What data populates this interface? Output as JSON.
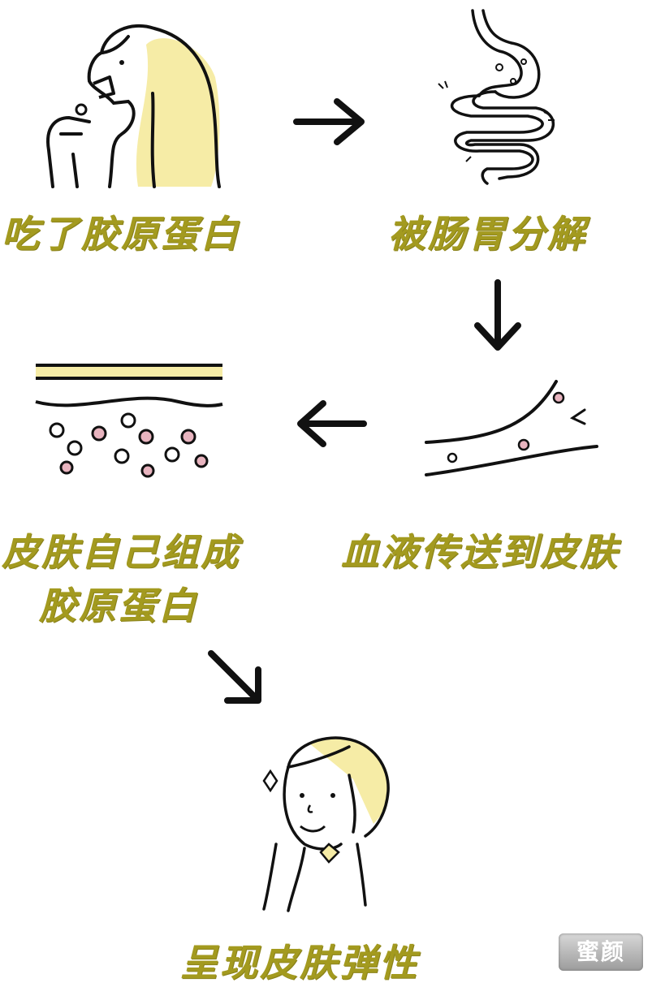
{
  "steps": [
    {
      "label": "吃了胶原蛋白",
      "icon": "woman-eating-icon"
    },
    {
      "label": "被肠胃分解",
      "icon": "stomach-intestine-icon"
    },
    {
      "label": "血液传送到皮肤",
      "icon": "blood-vessel-icon"
    },
    {
      "label_line1": "皮肤自己组成",
      "label_line2": "胶原蛋白",
      "icon": "skin-layers-icon"
    },
    {
      "label": "呈现皮肤弹性",
      "icon": "happy-face-icon"
    }
  ],
  "watermark": "蜜颜",
  "colors": {
    "label": "#a39a1f",
    "hair": "#f6eca6",
    "line": "#111111",
    "dot": "#c87a88"
  }
}
